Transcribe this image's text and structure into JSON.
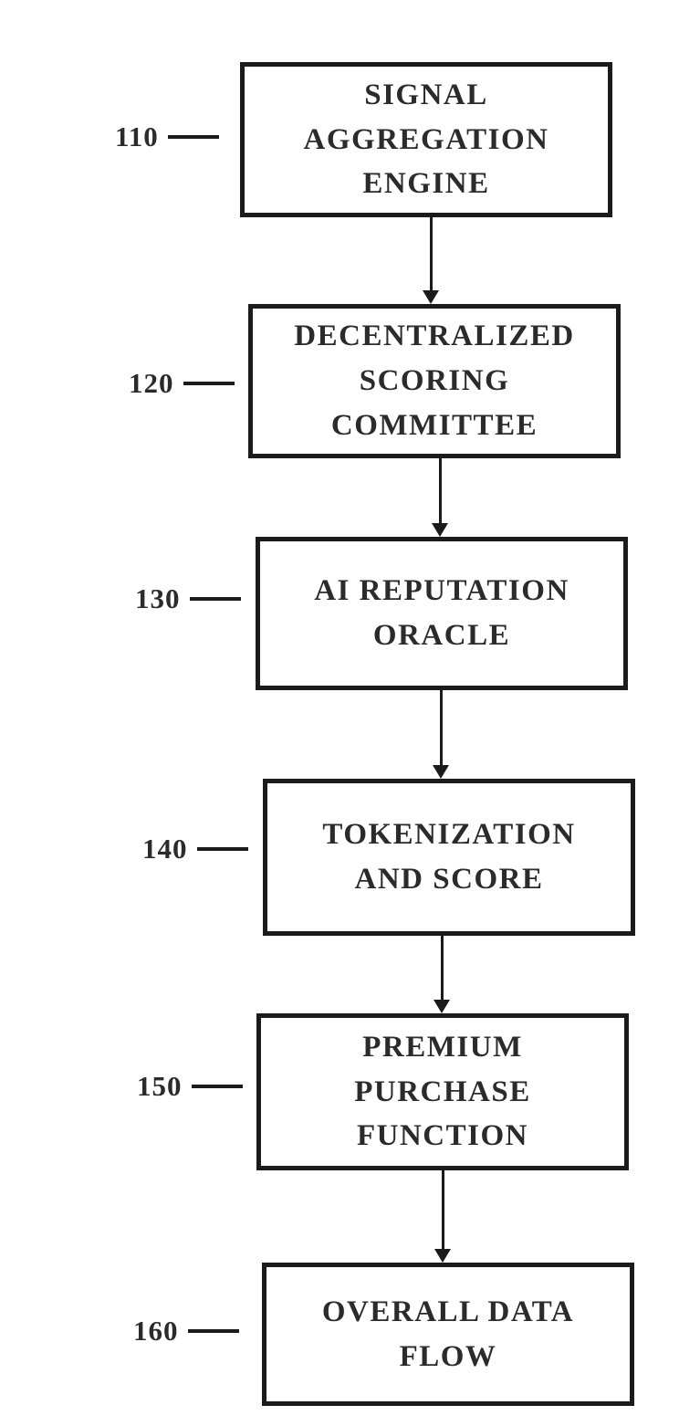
{
  "figure": {
    "nodes": [
      {
        "ref": "110",
        "label": "SIGNAL\nAGGREGATION\nENGINE"
      },
      {
        "ref": "120",
        "label": "DECENTRALIZED\nSCORING\nCOMMITTEE"
      },
      {
        "ref": "130",
        "label": "AI REPUTATION\nORACLE"
      },
      {
        "ref": "140",
        "label": "TOKENIZATION\nAND SCORE"
      },
      {
        "ref": "150",
        "label": "PREMIUM\nPURCHASE\nFUNCTION"
      },
      {
        "ref": "160",
        "label": "OVERALL DATA\nFLOW"
      }
    ]
  }
}
